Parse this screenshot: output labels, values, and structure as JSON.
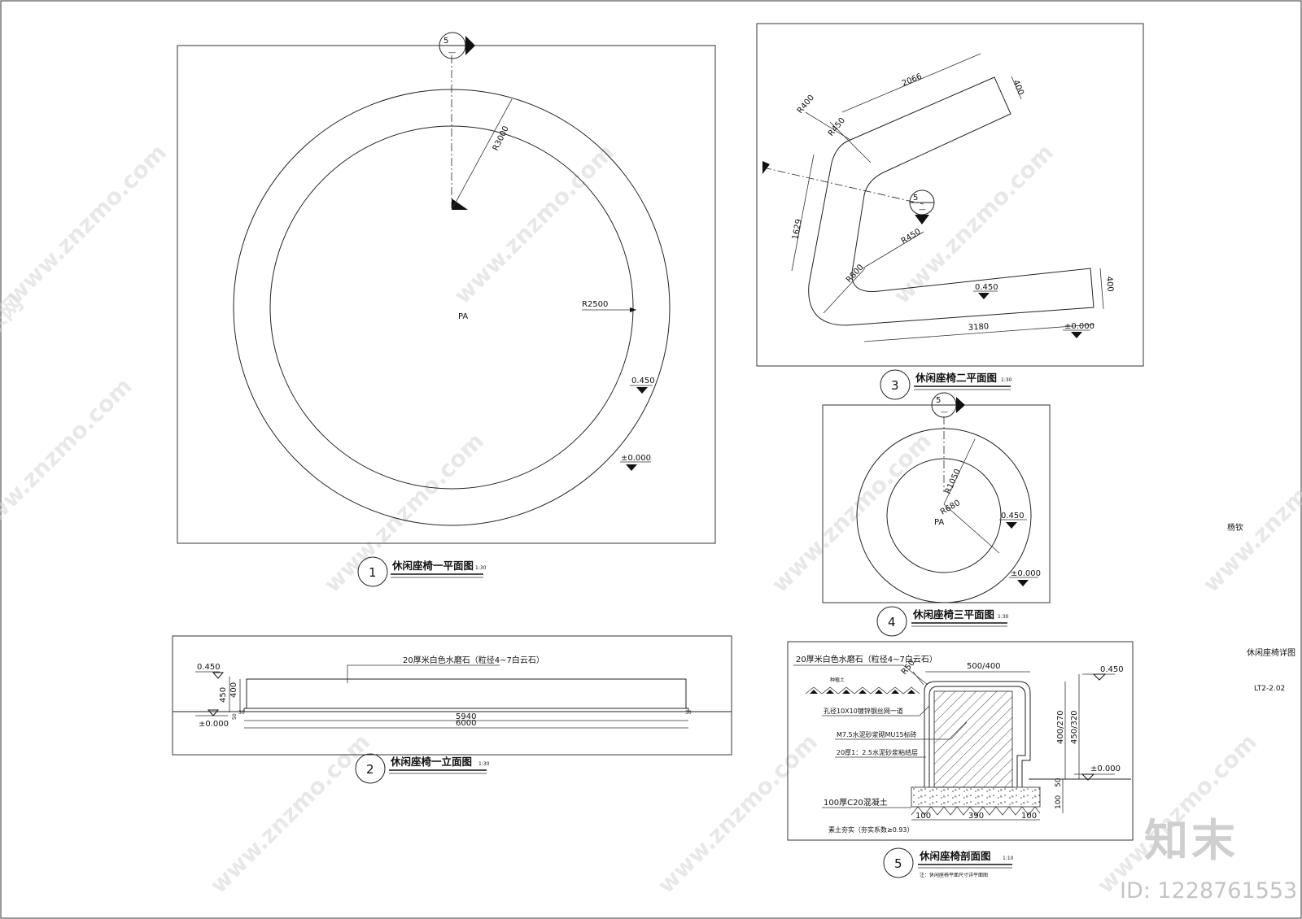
{
  "watermark": {
    "site": "www.znzmo.com",
    "brand_cn": "知末网",
    "logo": "知末",
    "id_text": "ID: 1228761553"
  },
  "title_block": {
    "designer": "杨钦",
    "drawing_title": "休闲座椅详图",
    "drawing_no": "LT2-2.02"
  },
  "section_marker": {
    "num": "5",
    "ref": "—"
  },
  "drawing1": {
    "number": "1",
    "title": "休闲座椅一平面图",
    "scale": "1:30",
    "r_outer": "R3000",
    "r_inner": "R2500",
    "center": "PA",
    "level_top": "0.450",
    "level_ground": "±0.000"
  },
  "drawing2": {
    "number": "2",
    "title": "休闲座椅一立面图",
    "scale": "1:30",
    "material": "20厚米白色水磨石（粒径4~7白云石）",
    "level_top": "0.450",
    "level_ground": "±0.000",
    "dim_450": "450",
    "dim_400": "400",
    "dim_50": "50",
    "dim_30l": "30",
    "dim_30r": "30",
    "dim_5940": "5940",
    "dim_6000": "6000"
  },
  "drawing3": {
    "number": "3",
    "title": "休闲座椅二平面图",
    "scale": "1:30",
    "dim_2066": "2066",
    "dim_400a": "400",
    "dim_r400": "R400",
    "dim_r450a": "R450",
    "dim_1629": "1629",
    "dim_r450b": "R450",
    "dim_r800": "R800",
    "dim_400b": "400",
    "dim_3180": "3180",
    "level_top": "0.450",
    "level_ground": "±0.000"
  },
  "drawing4": {
    "number": "4",
    "title": "休闲座椅三平面图",
    "scale": "1:30",
    "r_outer": "R1050",
    "r_inner": "R680",
    "center": "PA",
    "level_top": "0.450",
    "level_ground": "±0.000"
  },
  "drawing5": {
    "number": "5",
    "title": "休闲座椅剖面图",
    "scale": "1:10",
    "note": "注：休闲座椅平面尺寸详平面图",
    "material_top": "20厚米白色水磨石（粒径4~7白云石）",
    "planting_soil": "种植土",
    "mesh": "孔径10X10镀锌钢丝网一道",
    "brick": "M7.5水泥砂浆砌MU15标砖",
    "mortar": "20厚1：2.5水泥砂浆粘结层",
    "concrete": "100厚C20混凝土",
    "base": "素土夯实（夯实系数≥0.93）",
    "dim_r50": "R50",
    "dim_width": "500/400",
    "dim_h1": "400/270",
    "dim_h2": "450/320",
    "dim_50": "50",
    "dim_100": "100",
    "dim_100l": "100",
    "dim_390": "390",
    "dim_100r": "100",
    "level_top": "0.450",
    "level_ground": "±0.000"
  }
}
